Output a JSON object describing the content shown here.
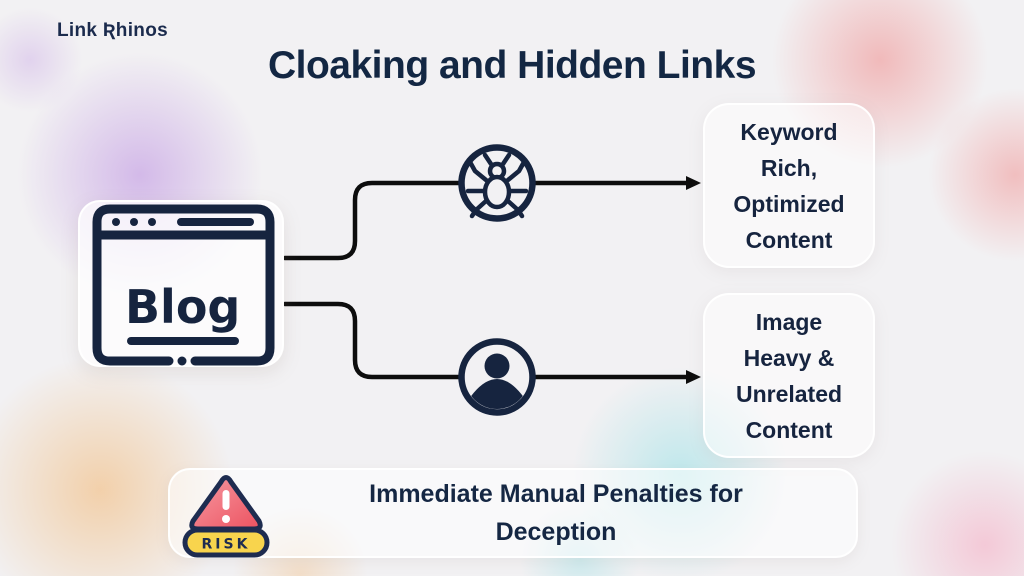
{
  "logo": {
    "text": "Link Ʀhinos"
  },
  "title": "Cloaking and Hidden Links",
  "blog_card": {
    "label": "Blog",
    "icon": "browser-window-icon"
  },
  "branches": [
    {
      "icon": "bug-crawler-icon",
      "meaning": "search engine crawler sees",
      "lines": [
        "Keyword",
        "Rich,",
        "Optimized",
        "Content"
      ]
    },
    {
      "icon": "user-icon",
      "meaning": "human visitor sees",
      "lines": [
        "Image",
        "Heavy &",
        "Unrelated",
        "Content"
      ]
    }
  ],
  "banner": {
    "badge": "RISK",
    "icon": "warning-triangle-icon",
    "lines": [
      "Immediate Manual Penalties for",
      "Deception"
    ]
  },
  "colors": {
    "navy": "#16243f",
    "connector_black": "#0d0d0d",
    "triangle_red": "#f4717d",
    "badge_yellow": "#f8d44d",
    "background_gray": "#f2f1f3"
  }
}
